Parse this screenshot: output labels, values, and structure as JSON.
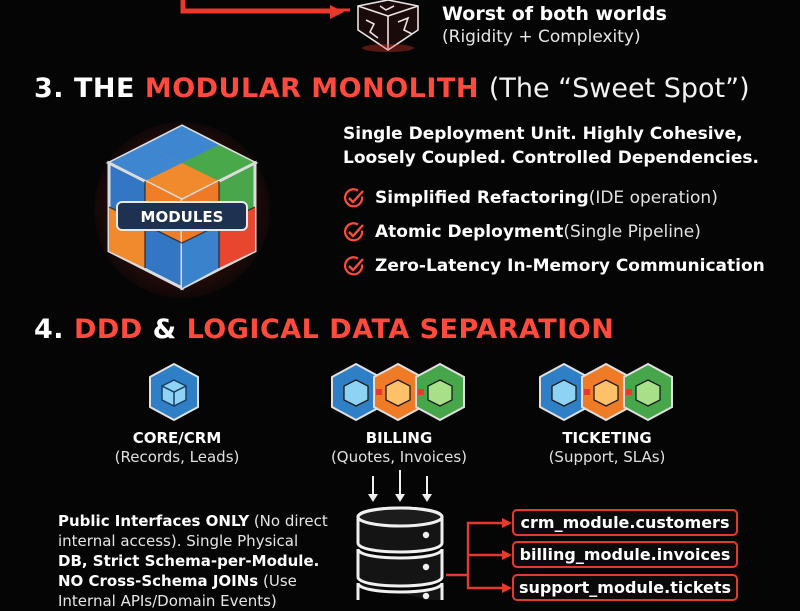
{
  "section2_tail": {
    "title": "Worst of both worlds",
    "subtitle": "(Rigidity + Complexity)"
  },
  "section3": {
    "number": "3.",
    "word_the": "THE",
    "highlight": "MODULAR MONOLITH",
    "paren": "(The “Sweet Spot”)",
    "cube_label": "MODULES",
    "summary_line1": "Single Deployment Unit. Highly Cohesive,",
    "summary_line2": "Loosely Coupled. Controlled Dependencies.",
    "bullets": [
      {
        "bold": "Simplified Refactoring",
        "rest": " (IDE operation)"
      },
      {
        "bold": "Atomic Deployment",
        "rest": " (Single Pipeline)"
      },
      {
        "bold": "Zero-Latency In-Memory Communication",
        "rest": ""
      }
    ],
    "colors": {
      "accent": "#ff4a3d",
      "check": "#ff4a3d"
    }
  },
  "section4": {
    "number": "4.",
    "highlight1": "DDD",
    "amp": "&",
    "highlight2": "LOGICAL DATA SEPARATION",
    "modules": [
      {
        "title": "CORE/CRM",
        "subtitle": "(Records, Leads)"
      },
      {
        "title": "BILLING",
        "subtitle": "(Quotes, Invoices)"
      },
      {
        "title": "TICKETING",
        "subtitle": "(Support, SLAs)"
      }
    ],
    "para": {
      "b1": "Public Interfaces ONLY",
      "n1": " (No direct internal access). Single Physical ",
      "b2": "DB, Strict Schema-per-Module.",
      "n2": " ",
      "b3": "NO Cross-Schema JOINs",
      "n3": " (Use Internal APIs/Domain Events)"
    },
    "tables": [
      "crm_module.customers",
      "billing_module.invoices",
      "support_module.tickets"
    ]
  }
}
